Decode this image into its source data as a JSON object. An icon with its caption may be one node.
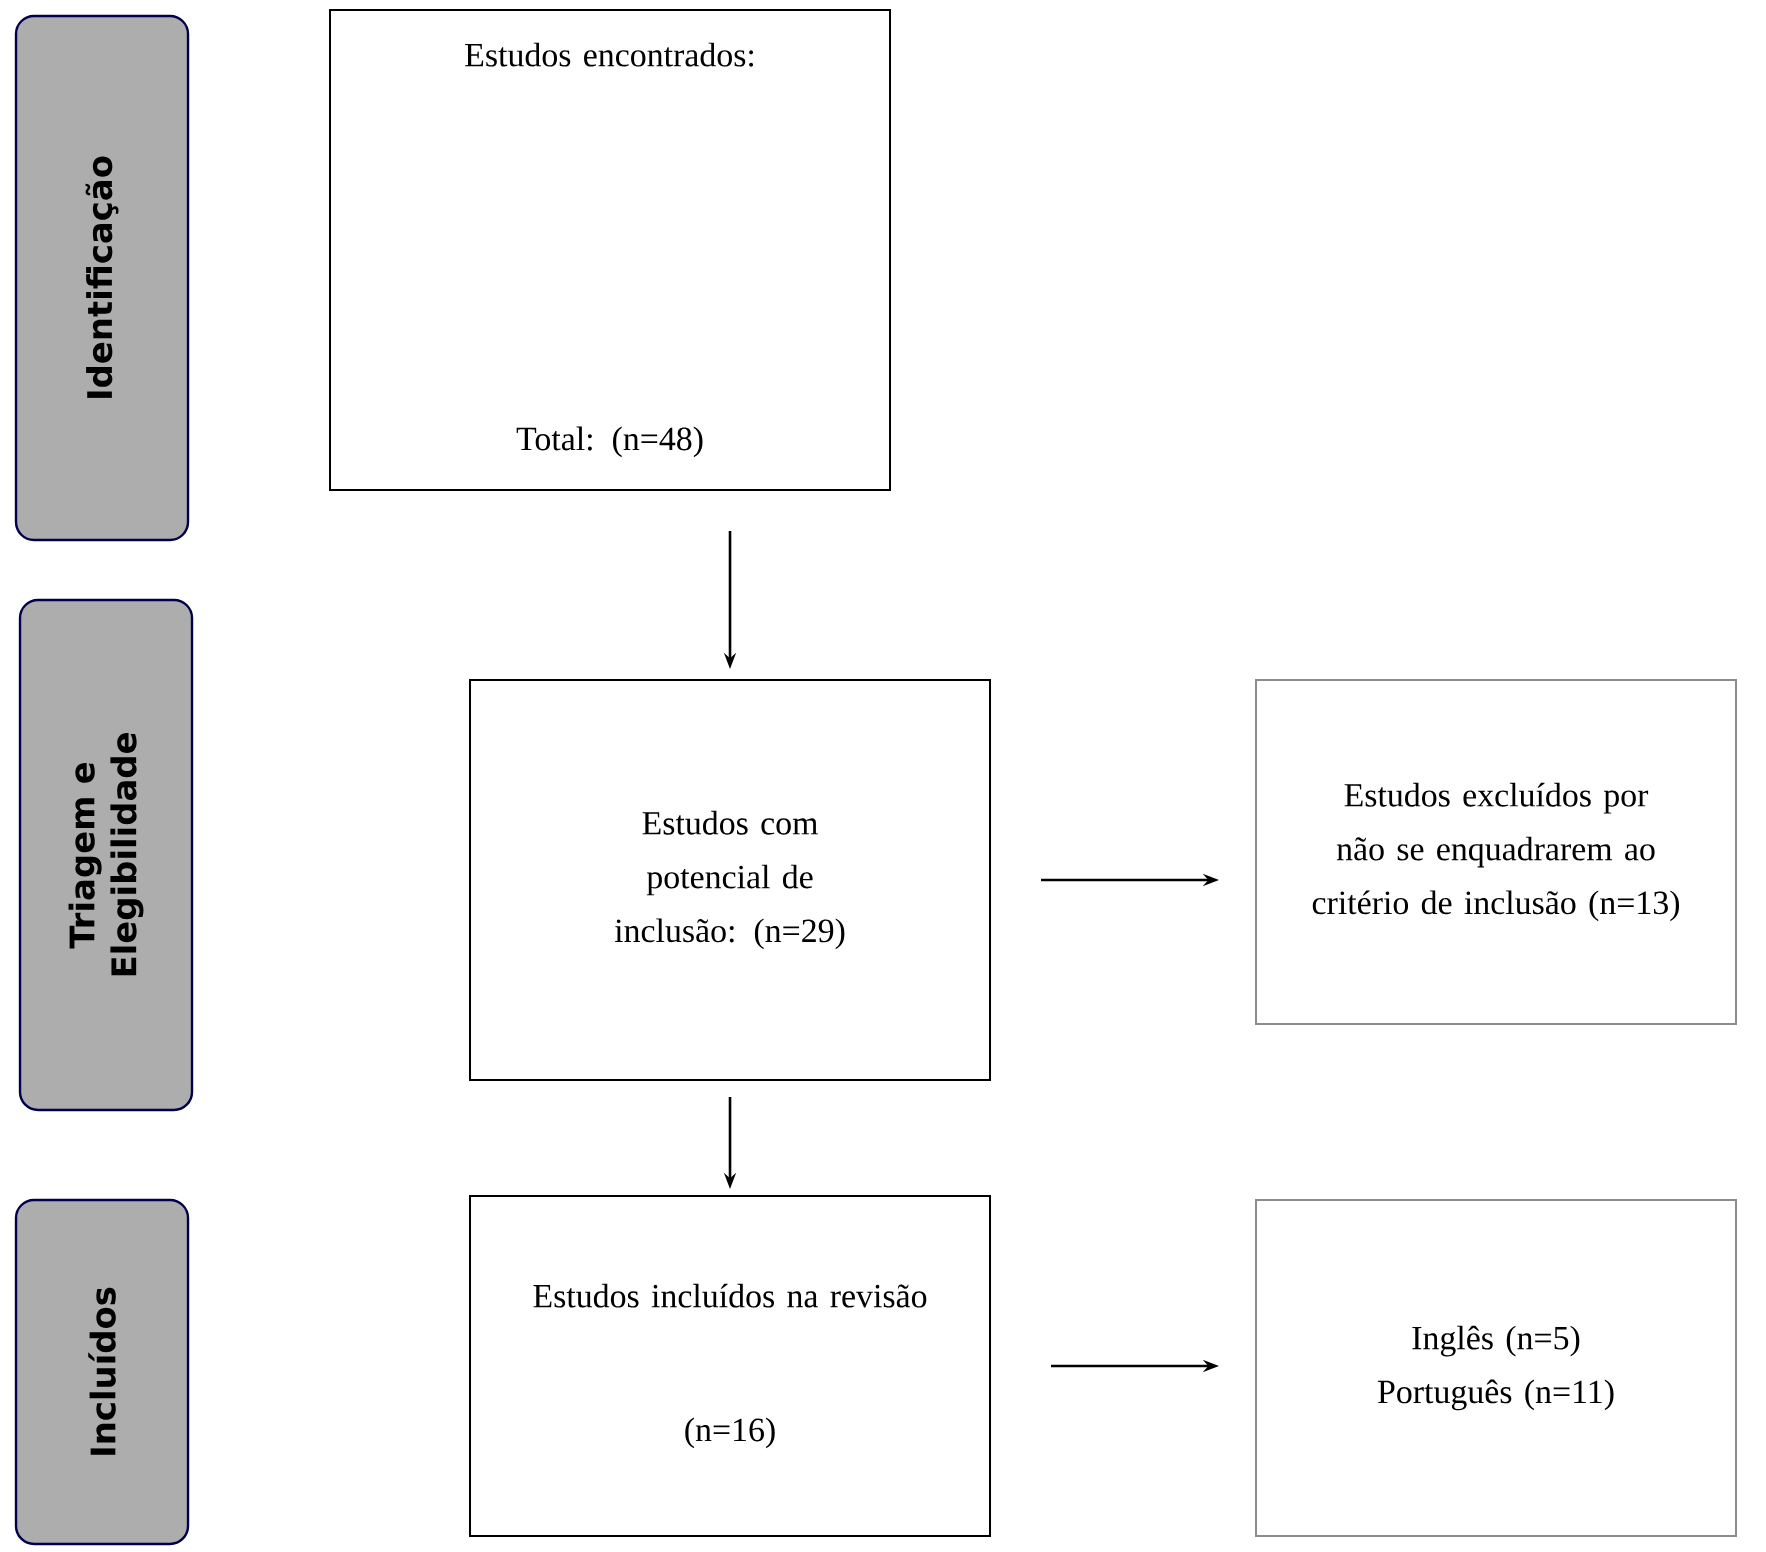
{
  "diagram": {
    "nodes": [
      {
        "text": [
          "Identificação"
        ]
      },
      {
        "text": [
          "Triagem e Elegibilidade"
        ]
      },
      {
        "text": [
          "Incluídos"
        ]
      },
      {
        "text": [
          "Estudos encontrados:",
          "Total: (n=48)"
        ]
      },
      {
        "text": [
          "Estudos com potencial de inclusão: (n=29)"
        ]
      },
      {
        "text": [
          "Estudos excluídos por não se enquadrarem ao critério de inclusão (n=13)"
        ]
      },
      {
        "text": [
          "Estudos incluídos na revisão",
          "(n=16)"
        ]
      },
      {
        "text": [
          "Inglês (n=5) Português (n=11)"
        ]
      }
    ],
    "edges": [
      {
        "from": 3,
        "to": 4,
        "arrow": "to"
      },
      {
        "from": 4,
        "to": 5,
        "arrow": "to"
      },
      {
        "from": 4,
        "to": 6,
        "arrow": "to"
      },
      {
        "from": 6,
        "to": 7,
        "arrow": "to"
      }
    ]
  }
}
